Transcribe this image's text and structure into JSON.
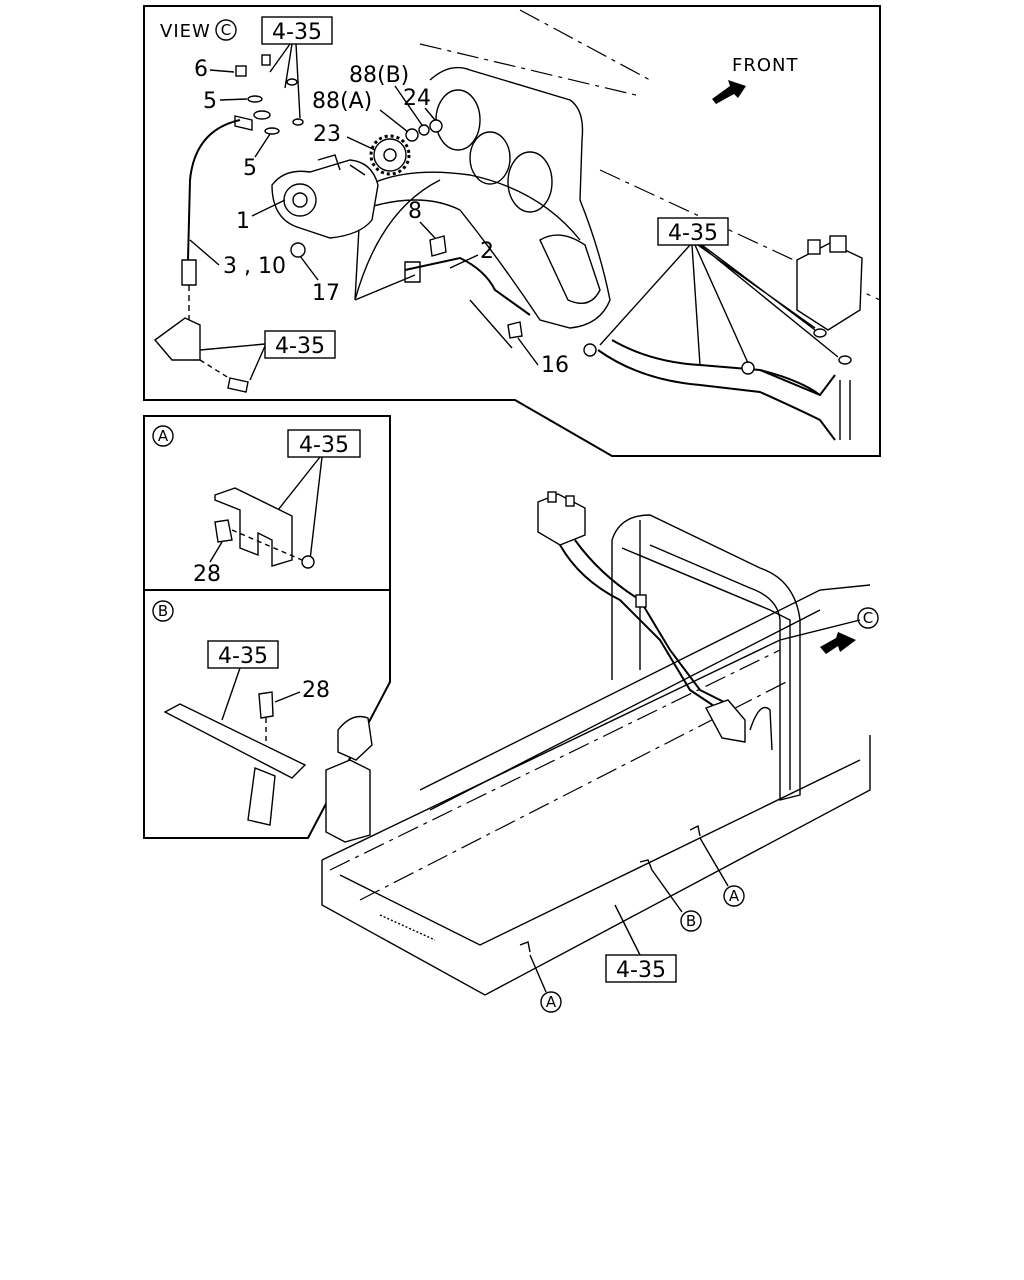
{
  "view_title": "VIEW",
  "view_letter": "C",
  "front_label": "FRONT",
  "ref_label": "4-35",
  "callouts": {
    "p6": "6",
    "p5a": "5",
    "p5b": "5",
    "p1": "1",
    "p3_10": "3 , 10",
    "p17": "17",
    "p23": "23",
    "p88b": "88(B)",
    "p88a": "88(A)",
    "p24": "24",
    "p8": "8",
    "p2": "2",
    "p16": "16",
    "p28a": "28",
    "p28b": "28"
  },
  "detail_markers": {
    "A": "A",
    "B": "B",
    "C": "C"
  }
}
